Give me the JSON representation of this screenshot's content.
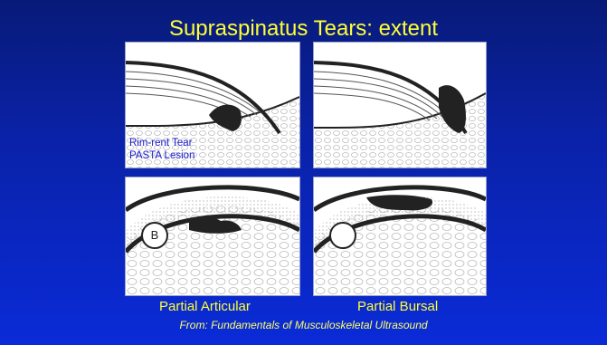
{
  "slide": {
    "title": "Supraspinatus Tears: extent",
    "panels": {
      "top_left": {
        "label_line1": "Rim-rent Tear",
        "label_line2": "PASTA Lesion"
      },
      "bottom_left": {
        "marker": "B"
      }
    },
    "captions": {
      "left": "Partial Articular",
      "right": "Partial Bursal"
    },
    "credit": "From: Fundamentals of Musculoskeletal Ultrasound"
  }
}
